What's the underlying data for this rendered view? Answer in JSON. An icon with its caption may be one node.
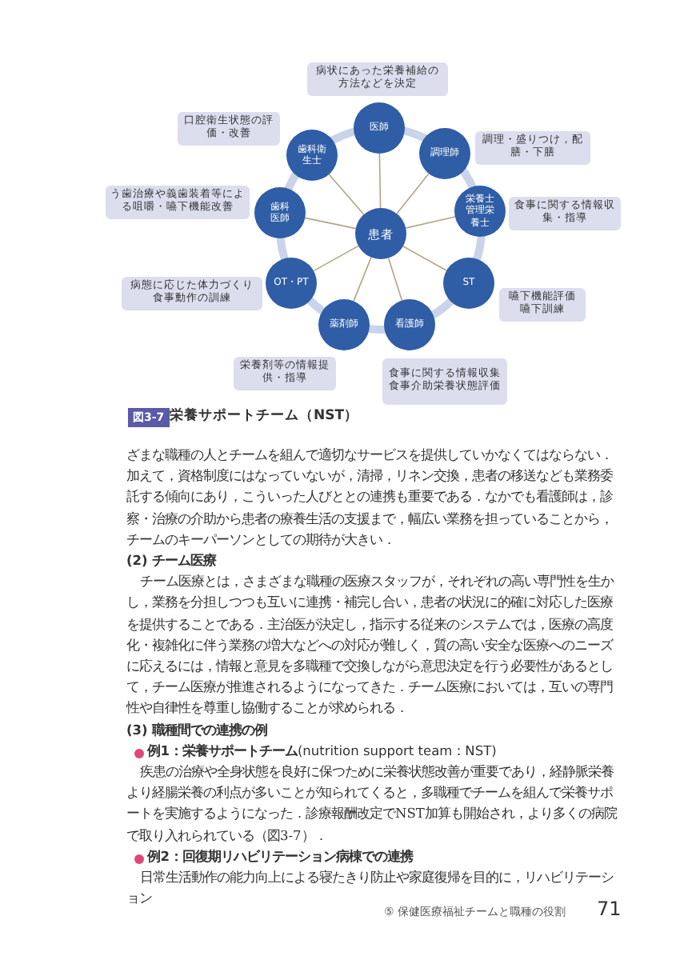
{
  "diagram": {
    "caption": "栄養サポートチーム（NST）",
    "nodes": [
      {
        "text": [
          "病状にあった栄養補給の方法などを決定"
        ]
      },
      {
        "text": [
          "医師"
        ]
      },
      {
        "text": [
          "口腔衛生状態の評価・改善"
        ]
      },
      {
        "text": [
          "調理師"
        ]
      },
      {
        "text": [
          "歯科衛生士"
        ]
      },
      {
        "text": [
          "調理・盛りつけ，配膳・下膳"
        ]
      },
      {
        "text": [
          "う歯治療や義歯装着等による咀嚼・嚥下機能改善"
        ]
      },
      {
        "text": [
          "歯科医師"
        ]
      },
      {
        "text": [
          "栄養士管理栄養士"
        ]
      },
      {
        "text": [
          "食事に関する情報収集・指導"
        ]
      },
      {
        "text": [
          "患者"
        ]
      },
      {
        "text": [
          "OT・PT"
        ]
      },
      {
        "text": [
          "ST"
        ]
      },
      {
        "text": [
          "病態に応じた体力づくり食事動作の訓練"
        ]
      },
      {
        "text": [
          "嚥下機能評価嚥下訓練"
        ]
      },
      {
        "text": [
          "薬剤師"
        ]
      },
      {
        "text": [
          "看護師"
        ]
      },
      {
        "text": [
          "栄養剤等の情報提供・指導"
        ]
      },
      {
        "text": [
          "食事に関する情報収集食事介助栄養状態評価"
        ]
      }
    ],
    "edges": [
      {
        "from": 10,
        "to": 1,
        "arrow": "none"
      },
      {
        "from": 10,
        "to": 3,
        "arrow": "none"
      },
      {
        "from": 10,
        "to": 8,
        "arrow": "none"
      },
      {
        "from": 10,
        "to": 12,
        "arrow": "none"
      },
      {
        "from": 10,
        "to": 16,
        "arrow": "none"
      },
      {
        "from": 10,
        "to": 15,
        "arrow": "none"
      },
      {
        "from": 10,
        "to": 11,
        "arrow": "none"
      },
      {
        "from": 10,
        "to": 7,
        "arrow": "none"
      },
      {
        "from": 10,
        "to": 4,
        "arrow": "none"
      }
    ],
    "labels": [
      "図3-7",
      "ざまな職種の人とチームを組んで適切なサービスを提供していかなくてはならない．加えて，資格制度にはなっていないが，清掃，リネン交換，患者の移送なども業務委託する傾向にあり，こういった人びととの連携も重要である．なかでも看護師は，診察・治療の介助から患者の療養生活の支援まで，幅広い業務を担っていることから，チームのキーパーソンとしての期待が大きい．",
      "(2) チーム医療",
      "チーム医療とは，さまざまな職種の医療スタッフが，それぞれの高い専門性を生かし，業務を分担しつつも互いに連携・補完し合い，患者の状況に的確に対応した医療を提供することである．主治医が決定し，指示する従来のシステムでは，医療の高度化・複雑化に伴う業務の増大などへの対応が難しく，質の高い安全な医療へのニーズに応えるには，情報と意見を多職種で交換しながら意思決定を行う必要性があるとして，チーム医療が推進されるようになってきた．チーム医療においては，互いの専門性や自律性を尊重し協働することが求められる．",
      "(3) 職種間での連携の例",
      "**例1：栄養サポートチーム**(nutrition support team：NST)",
      "疾患の治療や全身状態を良好に保つために栄養状態改善が重要であり，経静脈栄養より経腸栄養の利点が多いことが知られてくると，多職種でチームを組んで栄養サポートを実施するようになった．診療報酬改定でNST加算も開始され，より多くの病院で取り入れられている（図3-7）．",
      "例2：回復期リハビリテーション病棟での連携",
      "日常生活動作の能力向上による寝たきり防止や家庭復帰を目的に，リハビリテーション",
      "⑤ 保健医療福祉チームと職種の役割",
      "71"
    ]
  }
}
